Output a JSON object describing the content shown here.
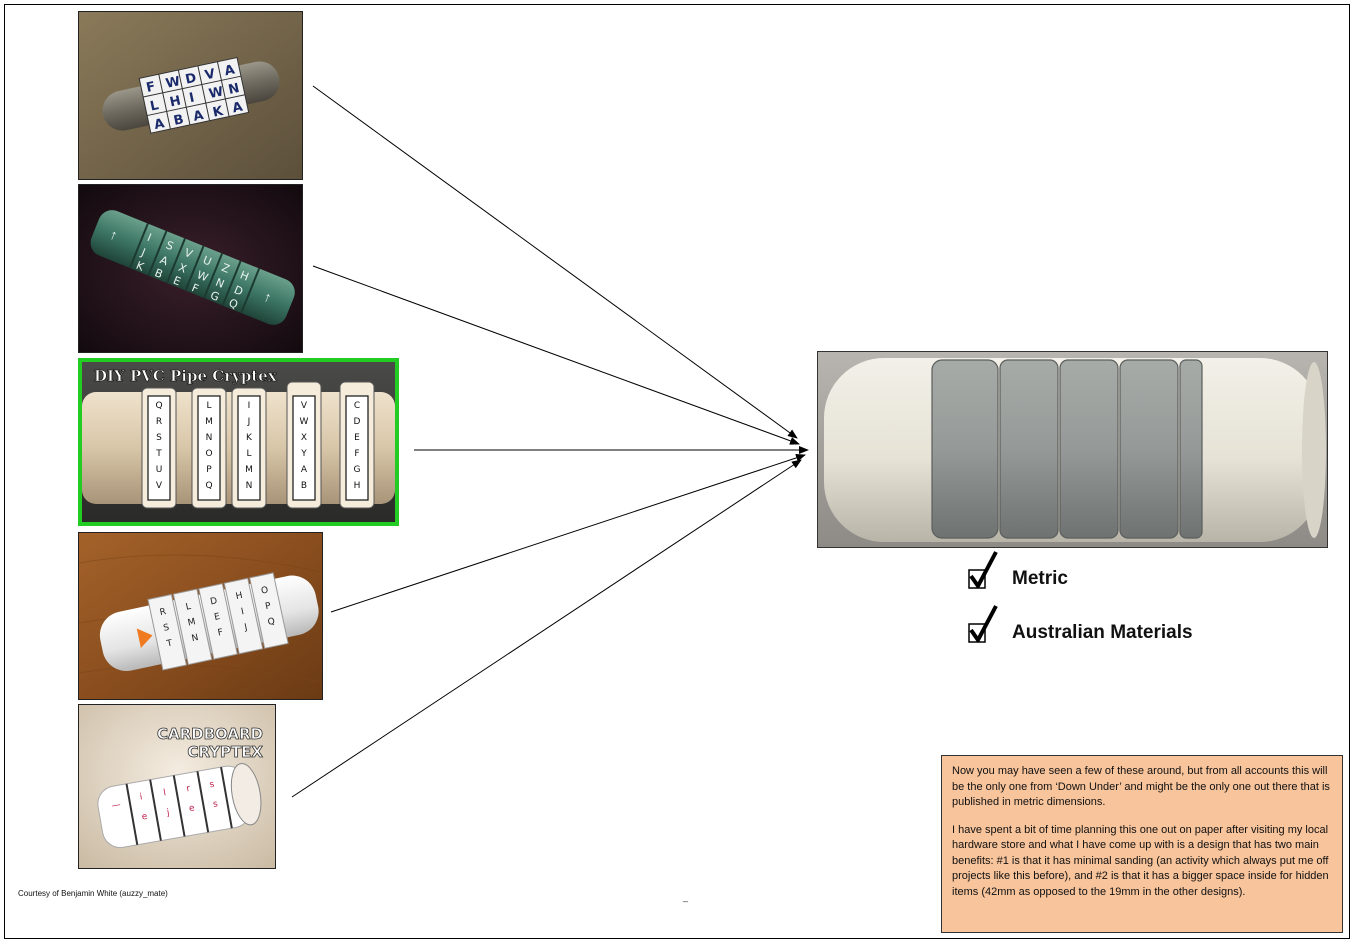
{
  "photos": {
    "p1": {
      "label": "photo-grey-cryptex"
    },
    "p2": {
      "label": "photo-green-cryptex"
    },
    "p3": {
      "overlay_title": "DIY PVC Pipe Cryptex"
    },
    "p4": {
      "label": "photo-white-cryptex"
    },
    "p5": {
      "overlay_line1": "CARDBOARD",
      "overlay_line2": "CRYPTEX"
    }
  },
  "checklist": [
    {
      "label": "Metric",
      "checked": true
    },
    {
      "label": "Australian Materials",
      "checked": true
    }
  ],
  "note": {
    "paragraph1": "Now you may have seen a few of these around, but from all accounts this will be the only one from ‘Down Under’ and might be the only one out there that is published in metric dimensions.",
    "paragraph2": "I have spent a bit of time planning this one out on paper after visiting my local hardware store and what I have come up with is a design that has two main benefits: #1 is that it has minimal sanding (an activity which always put me off projects like this before), and #2 is that it has a bigger space inside for hidden items (42mm as opposed to the 19mm in the other designs)."
  },
  "credit": "Courtesy of Benjamin White (auzzy_mate)",
  "footer_mark": "_",
  "colors": {
    "note_bg": "#f8c49c",
    "highlight_border": "#22cc22"
  }
}
